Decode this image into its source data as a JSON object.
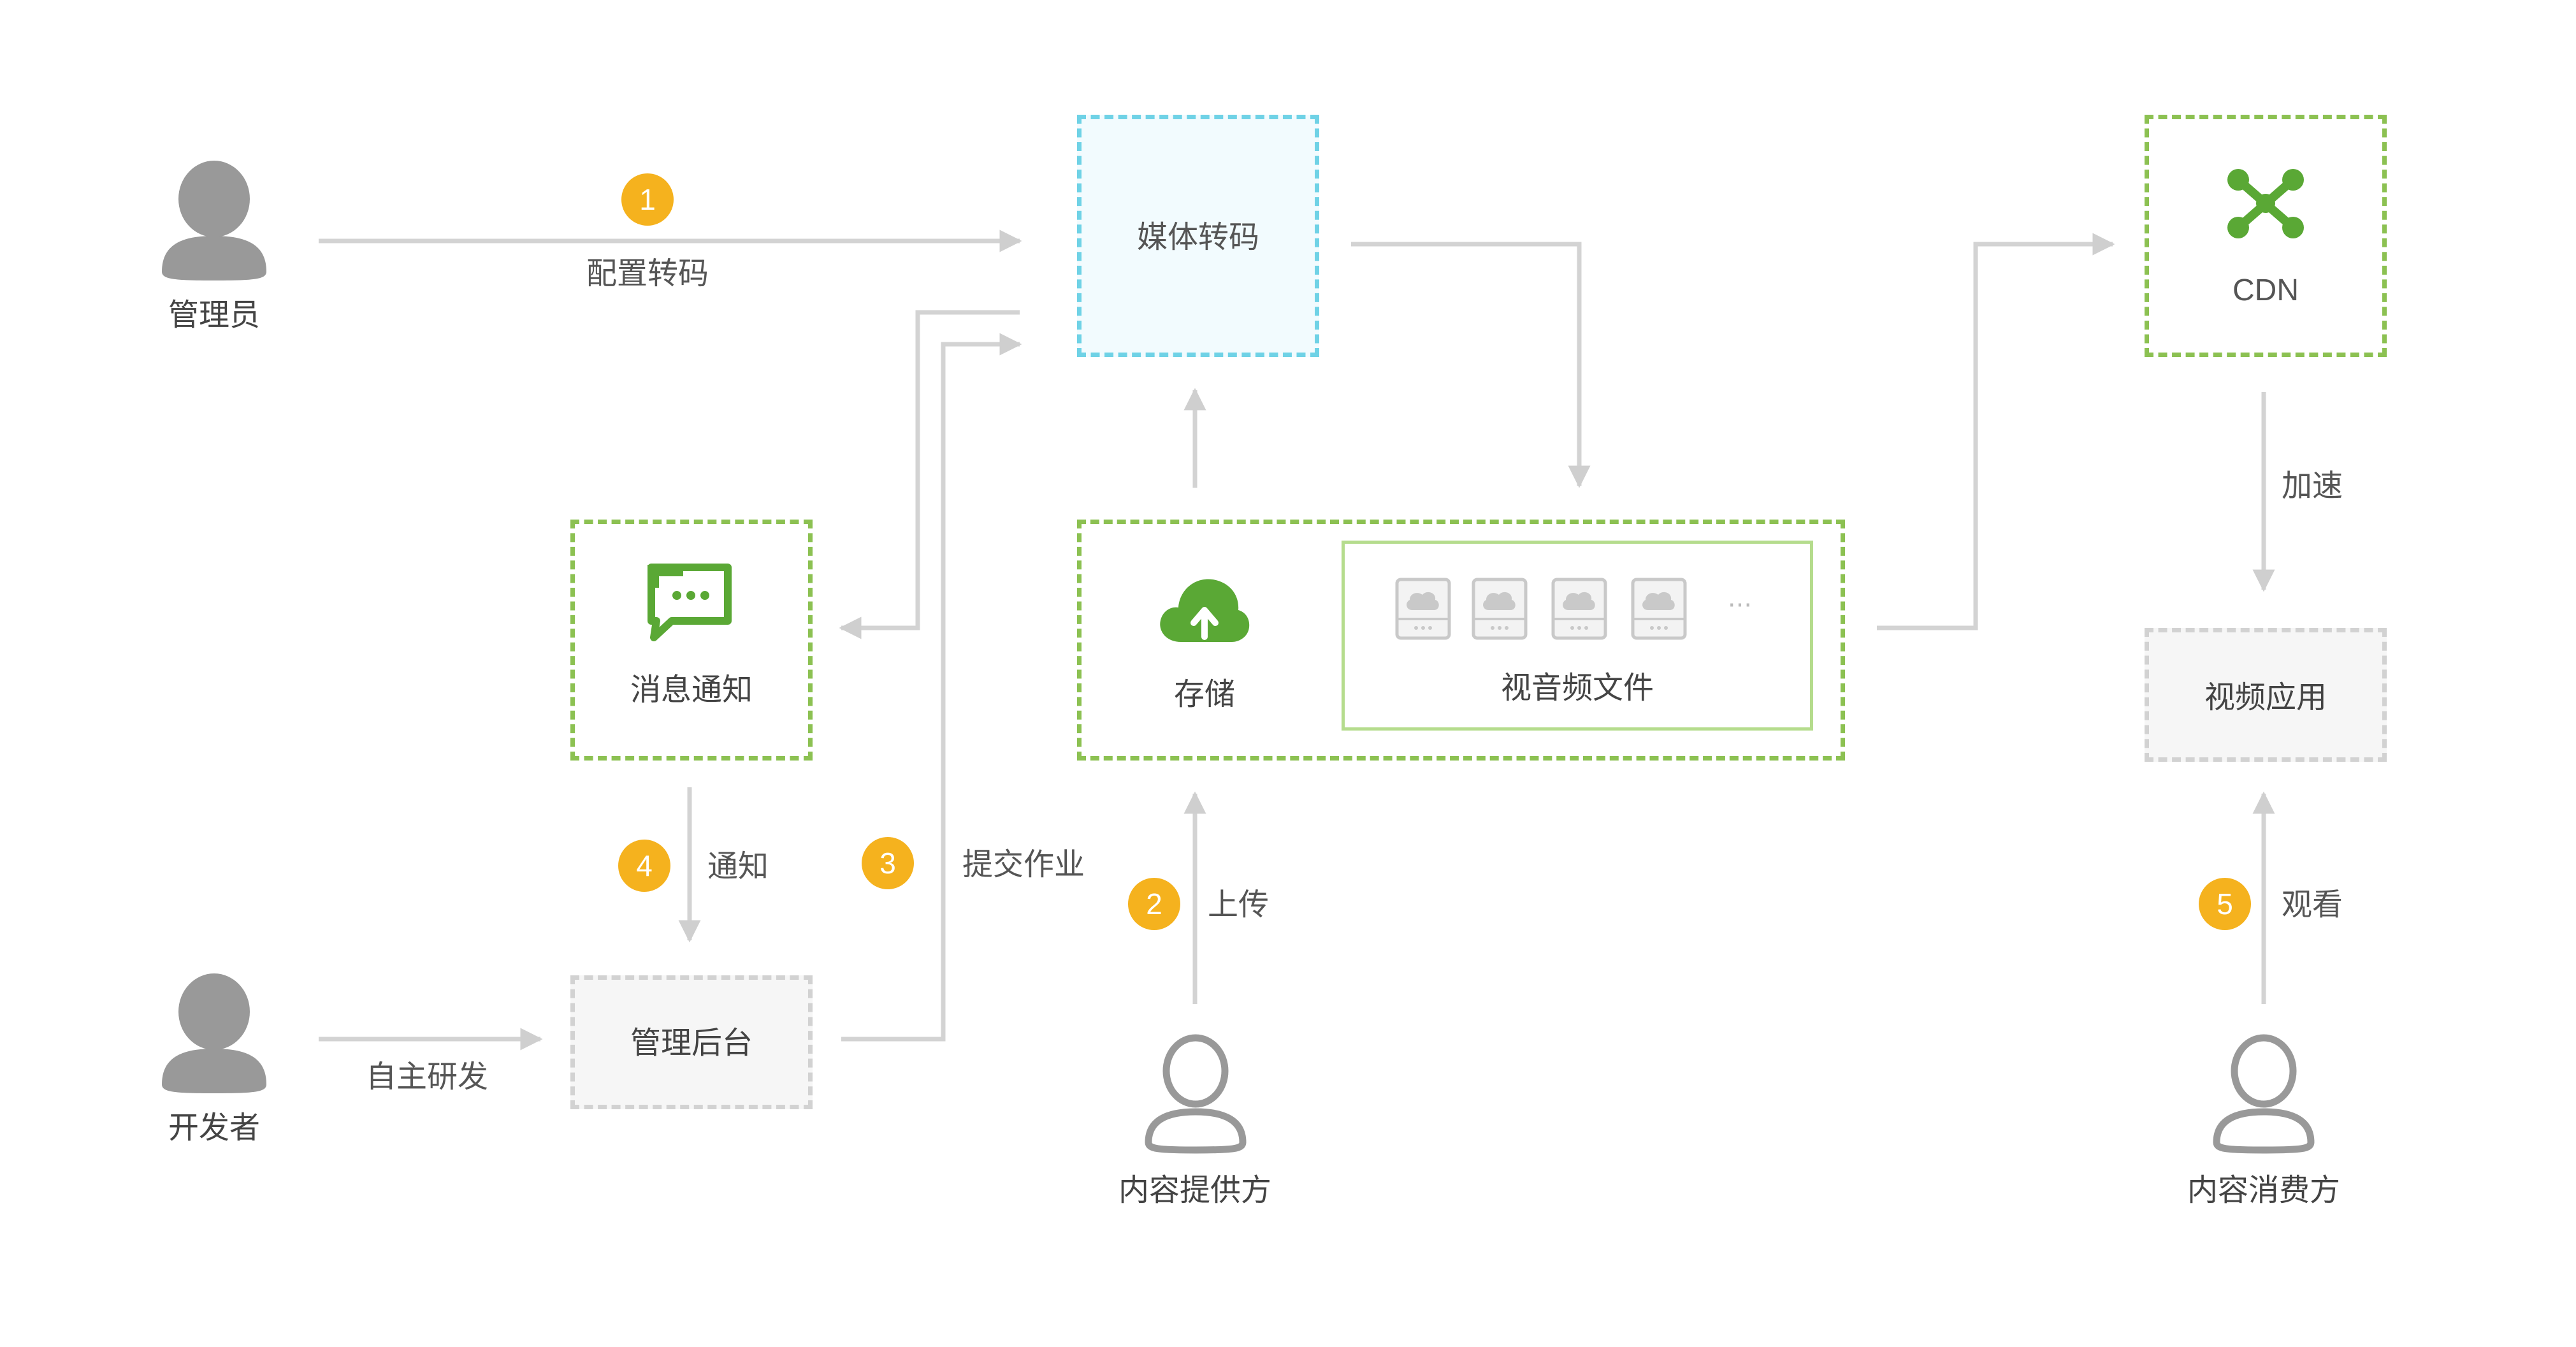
{
  "nodes": {
    "media_transcode": "媒体转码",
    "cdn": "CDN",
    "message_notify": "消息通知",
    "storage": "存储",
    "av_files": "视音频文件",
    "video_app": "视频应用",
    "admin_backend": "管理后台",
    "files_more": "···"
  },
  "actors": {
    "admin": "管理员",
    "developer": "开发者",
    "content_provider": "内容提供方",
    "content_consumer": "内容消费方"
  },
  "steps": [
    {
      "num": "1",
      "label": "配置转码"
    },
    {
      "num": "2",
      "label": "上传"
    },
    {
      "num": "3",
      "label": "提交作业"
    },
    {
      "num": "4",
      "label": "通知"
    },
    {
      "num": "5",
      "label": "观看"
    }
  ],
  "edges": {
    "accelerate": "加速",
    "self_develop": "自主研发"
  },
  "colors": {
    "green": "#8cc152",
    "green_icon": "#5aa835",
    "cyan": "#6fd2e6",
    "badge": "#f5b21e",
    "line": "#d0d0d0",
    "person_solid": "#999999"
  },
  "icons": {
    "person_solid": "user-silhouette-icon",
    "person_outline": "user-outline-icon",
    "chat": "chat-bubble-icon",
    "cloud_upload": "cloud-upload-icon",
    "cdn_network": "network-node-icon",
    "file": "cloud-file-icon"
  }
}
